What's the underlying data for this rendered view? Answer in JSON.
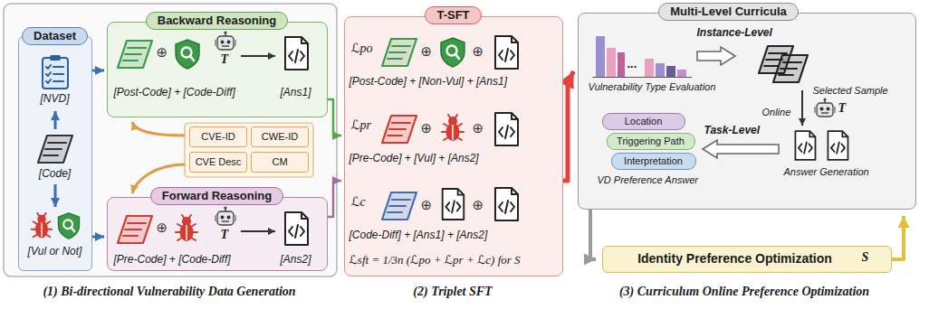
{
  "diagram": {
    "nodes": [
      {
        "text": [
          "Dataset",
          "[NVD]",
          "[Code]",
          "[Vul or Not]"
        ]
      },
      {
        "text": [
          "Backward Reasoning",
          "⊕",
          "T",
          "[Post-Code] + [Code-Diff]",
          "[Ans1]"
        ]
      },
      {
        "text": [
          "CVE-ID"
        ]
      },
      {
        "text": [
          "CWE-ID"
        ]
      },
      {
        "text": [
          "CVE Desc"
        ]
      },
      {
        "text": [
          "CM"
        ]
      },
      {
        "text": [
          "Forward Reasoning",
          "⊕",
          "T",
          "[Pre-Code] + [Code-Diff]",
          "[Ans2]"
        ]
      },
      {
        "text": [
          "T-SFT",
          "ℒpo",
          "⊕",
          "⊕",
          "[Post-Code] + [Non-Vul] + [Ans1]",
          "ℒpr",
          "⊕",
          "⊕",
          "[Pre-Code] + [Vul] + [Ans2]",
          "ℒc",
          "⊕",
          "⊕",
          "[Code-Diff] + [Ans1] + [Ans2]",
          "ℒsft = 1/3n (ℒpo + ℒpr + ℒc) for S"
        ]
      },
      {
        "text": [
          "Multi-Level Curricula",
          "...",
          "Vulnerability Type Evaluation",
          "Instance-Level",
          "Selected Sample",
          "Online",
          "T",
          "Answer Generation",
          "Task-Level",
          "VD Preference Answer"
        ]
      },
      {
        "text": [
          "Location"
        ],
        "in": 8
      },
      {
        "text": [
          "Triggering Path"
        ],
        "in": 8
      },
      {
        "text": [
          "Interpretation"
        ],
        "in": 8
      },
      {
        "text": [
          "Identity Preference Optimization",
          "S"
        ]
      }
    ],
    "edges": [
      {
        "from": 0,
        "to": 1,
        "arrow": "to"
      },
      {
        "from": 0,
        "to": 6,
        "arrow": "to"
      },
      {
        "from": 1,
        "to": 7,
        "arrow": "to"
      },
      {
        "from": 6,
        "to": 7,
        "arrow": "to"
      },
      {
        "from": 7,
        "to": 8,
        "arrow": "to"
      },
      {
        "from": 8,
        "to": 12,
        "arrow": "to"
      },
      {
        "from": 12,
        "to": 8,
        "arrow": "to"
      }
    ],
    "labels": [
      "(1) Bi-directional Vulnerability Data Generation",
      "(2) Triplet SFT",
      "(3) Curriculum Online Preference Optimization"
    ]
  }
}
